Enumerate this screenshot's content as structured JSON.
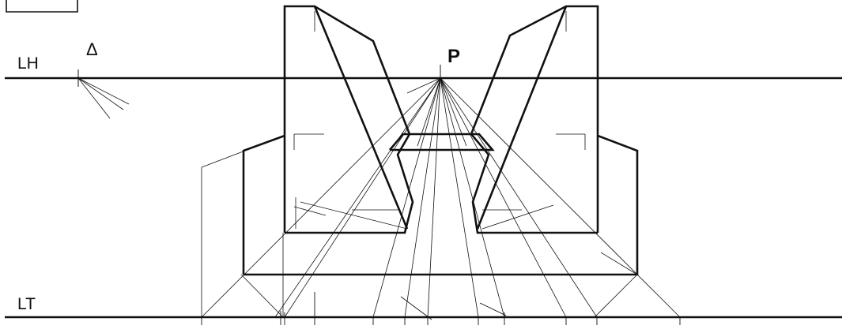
{
  "labels": {
    "horizon_line": "LH",
    "ground_line": "LT",
    "vanishing_point": "P",
    "distance_point": "Δ"
  },
  "colors": {
    "ink": "#111111",
    "background": "#ffffff"
  }
}
